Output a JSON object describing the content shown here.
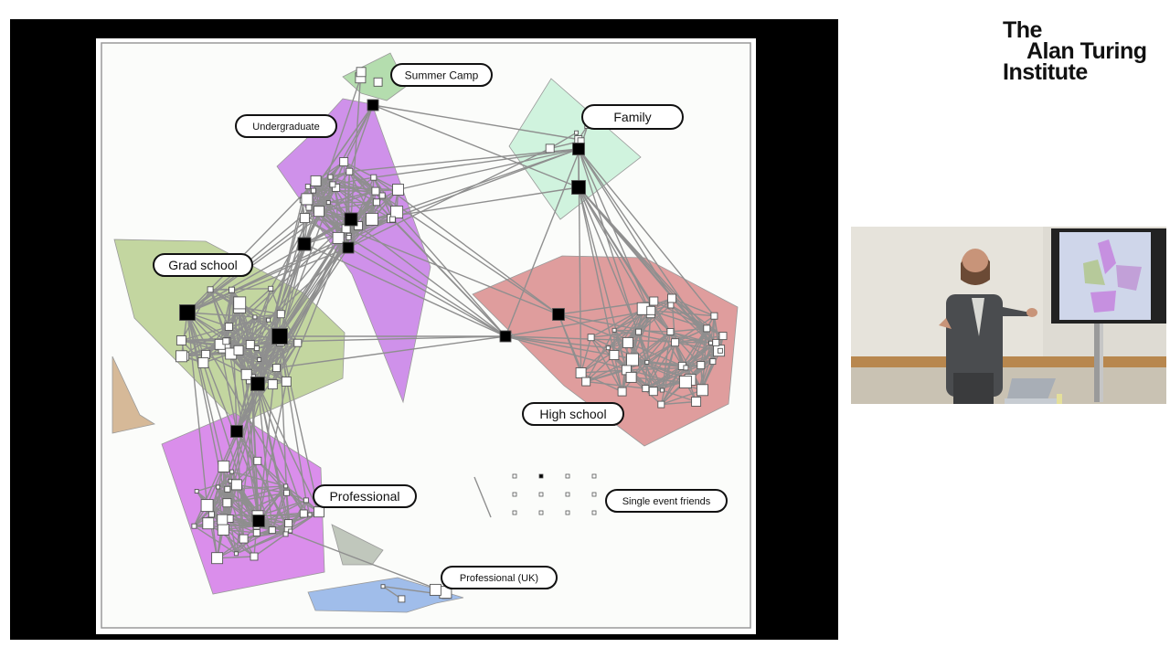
{
  "logo": {
    "line1": "The",
    "line2": "Alan Turing",
    "line3": "Institute"
  },
  "diagram": {
    "groups": [
      {
        "id": "summer",
        "label": "Summer Camp",
        "color": "#a7d7a0"
      },
      {
        "id": "undergrad",
        "label": "Undergraduate",
        "color": "#c77ee6"
      },
      {
        "id": "family",
        "label": "Family",
        "color": "#c8f1d8"
      },
      {
        "id": "grad",
        "label": "Grad school",
        "color": "#b8cf8f"
      },
      {
        "id": "highschool",
        "label": "High school",
        "color": "#d98c8c"
      },
      {
        "id": "professional",
        "label": "Professional",
        "color": "#d37ae8"
      },
      {
        "id": "single",
        "label": "Single event friends",
        "color": "#ffffff"
      },
      {
        "id": "profuk",
        "label": "Professional (UK)",
        "color": "#8fb1e6"
      },
      {
        "id": "tan",
        "label": "",
        "color": "#cfad86"
      },
      {
        "id": "grey",
        "label": "",
        "color": "#b5bdb0"
      }
    ]
  },
  "video": {
    "description_icon": "presenter-video"
  }
}
